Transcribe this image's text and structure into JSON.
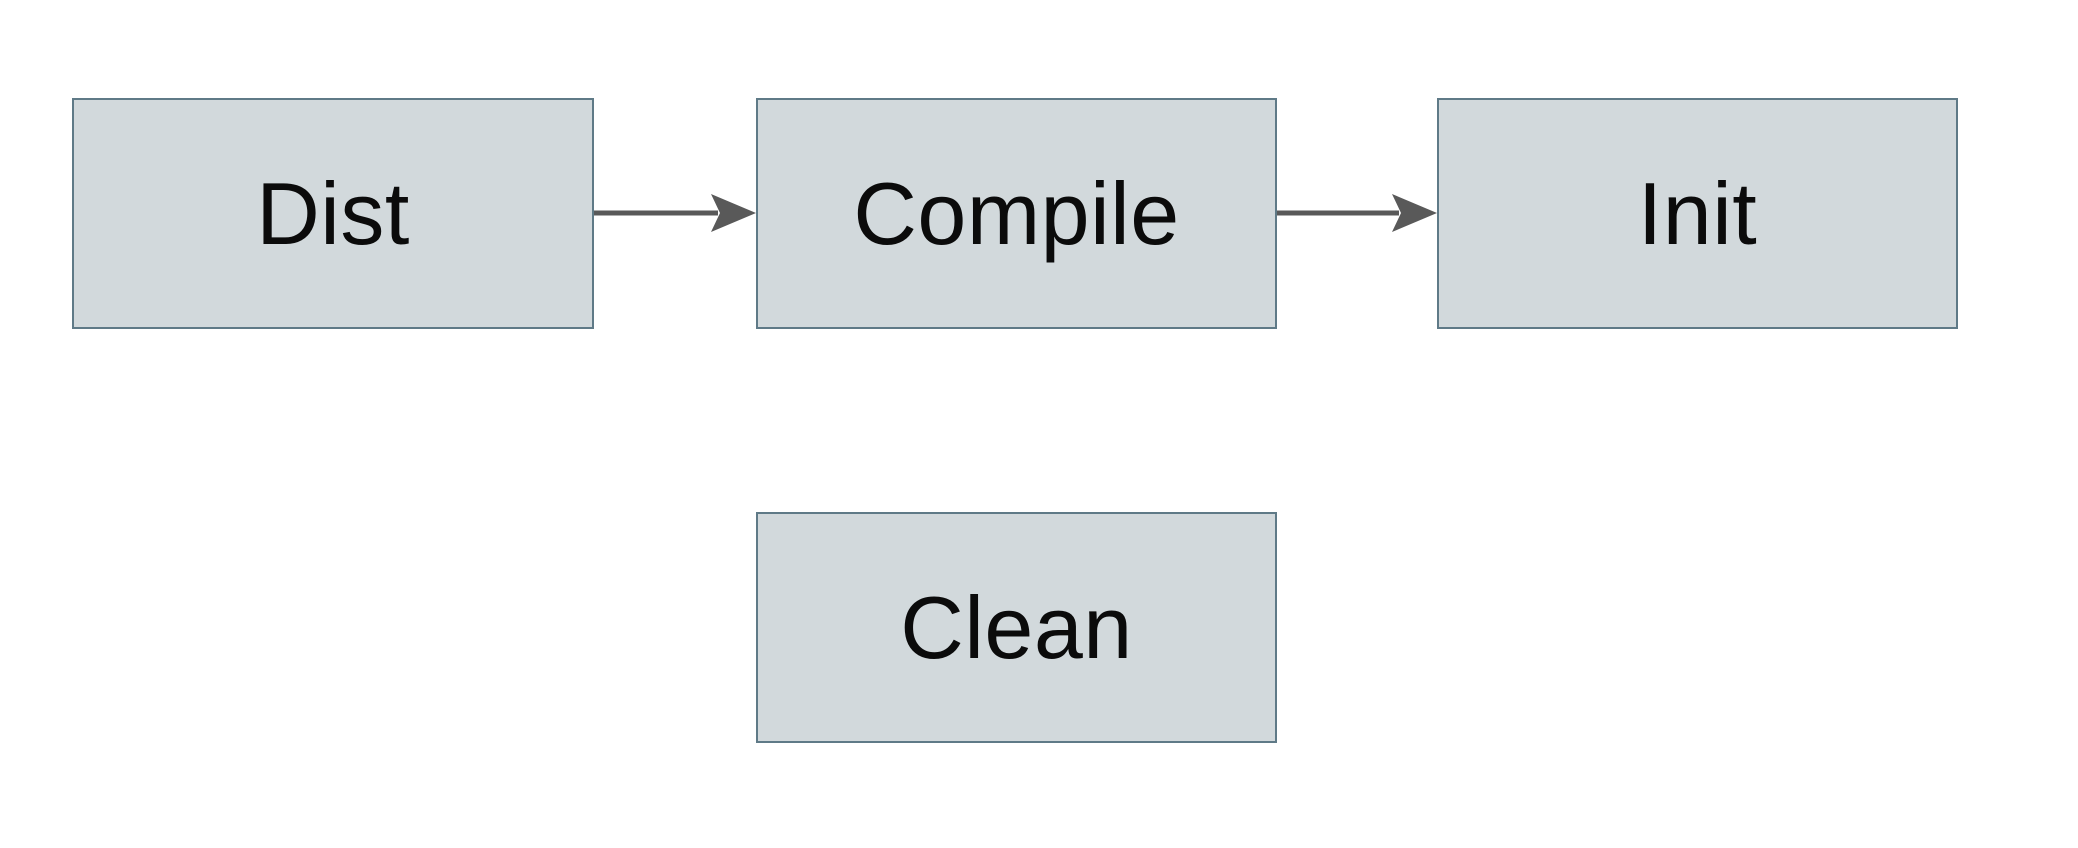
{
  "diagram": {
    "title": "build-targets-flow",
    "nodes": {
      "dist": {
        "label": "Dist"
      },
      "compile": {
        "label": "Compile"
      },
      "init": {
        "label": "Init"
      },
      "clean": {
        "label": "Clean"
      }
    },
    "edges": [
      {
        "from": "Dist",
        "to": "Compile",
        "direction": "right"
      },
      {
        "from": "Compile",
        "to": "Init",
        "direction": "right"
      }
    ],
    "colors": {
      "background": "#ffffff",
      "node_fill": "#d2d9dc",
      "node_border": "#5f7a87",
      "arrow": "#595959",
      "text": "#0b0b0b"
    }
  }
}
